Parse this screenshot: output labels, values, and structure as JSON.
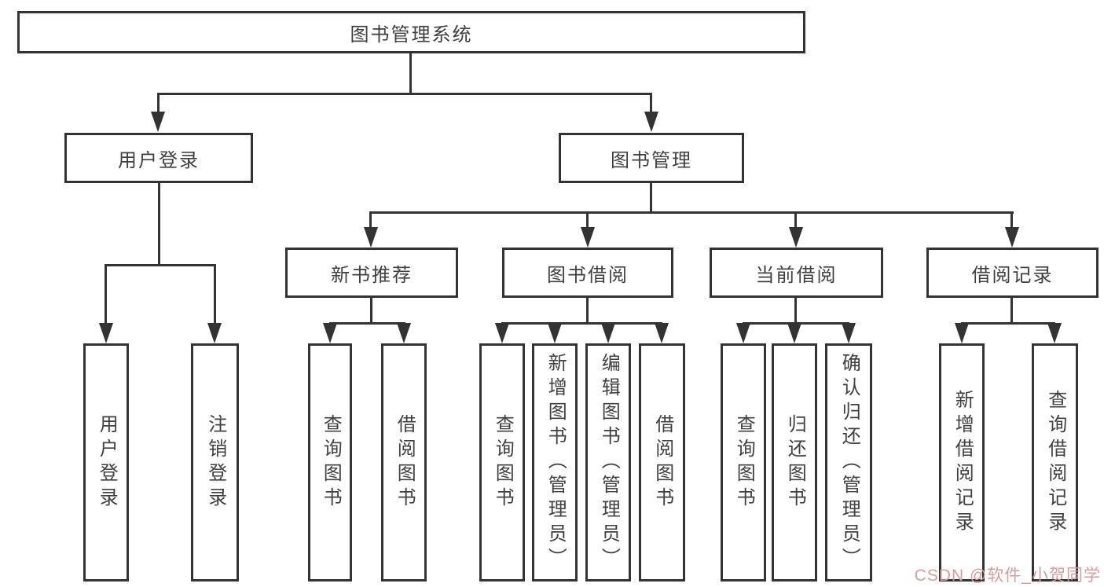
{
  "tree": {
    "label": "图书管理系统",
    "children": [
      {
        "label": "用户登录",
        "children": [
          {
            "label": "用户登录"
          },
          {
            "label": "注销登录"
          }
        ]
      },
      {
        "label": "图书管理",
        "children": [
          {
            "label": "新书推荐",
            "children": [
              {
                "label": "查询图书"
              },
              {
                "label": "借阅图书"
              }
            ]
          },
          {
            "label": "图书借阅",
            "children": [
              {
                "label": "查询图书"
              },
              {
                "label": "新增图书（管理员）"
              },
              {
                "label": "编辑图书（管理员）"
              },
              {
                "label": "借阅图书"
              }
            ]
          },
          {
            "label": "当前借阅",
            "children": [
              {
                "label": "查询图书"
              },
              {
                "label": "归还图书"
              },
              {
                "label": "确认归还（管理员）"
              }
            ]
          },
          {
            "label": "借阅记录",
            "children": [
              {
                "label": "新增借阅记录"
              },
              {
                "label": "查询借阅记录"
              }
            ]
          }
        ]
      }
    ]
  },
  "watermark": {
    "text": "CSDN @软件_小贺同学",
    "color": "#d59e9e"
  },
  "colors": {
    "line": "#333333",
    "text": "#404040",
    "background": "#ffffff"
  }
}
